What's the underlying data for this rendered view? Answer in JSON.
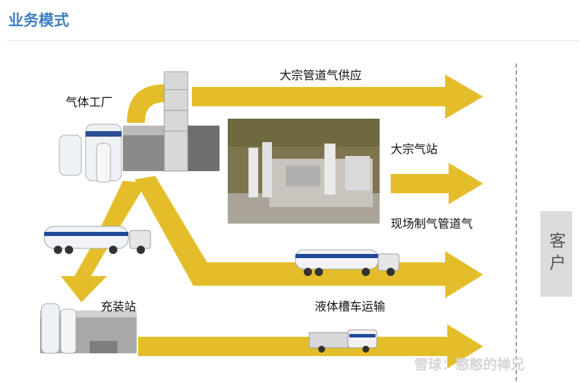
{
  "header": {
    "title": "业务模式"
  },
  "labels": {
    "gas_plant": "气体工厂",
    "bulk_pipeline": "大宗管道气供应",
    "bulk_station": "大宗气站",
    "onsite_gas": "现场制气管道气",
    "filling_station": "充装站",
    "tanker_transport": "液体槽车运输"
  },
  "customer": "客户",
  "watermark": "雪球：憨憨的禅兄",
  "colors": {
    "arrow": "#e4be2a",
    "title": "#3f7fc1",
    "truck_blue": "#1f4a9a"
  }
}
